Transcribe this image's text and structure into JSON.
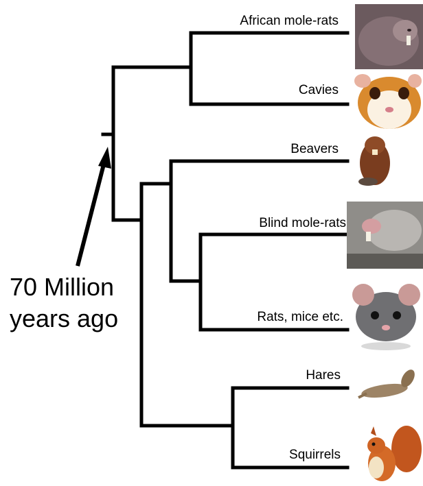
{
  "tree": {
    "taxa": [
      {
        "label": "African mole-rats",
        "animal": "mole-rat-icon"
      },
      {
        "label": "Cavies",
        "animal": "guinea-pig-icon"
      },
      {
        "label": "Beavers",
        "animal": "beaver-icon"
      },
      {
        "label": "Blind mole-rats",
        "animal": "blind-mole-rat-icon"
      },
      {
        "label": "Rats, mice etc.",
        "animal": "rat-icon"
      },
      {
        "label": "Hares",
        "animal": "hare-icon"
      },
      {
        "label": "Squirrels",
        "animal": "squirrel-icon"
      }
    ],
    "annotation": {
      "line1": "70 Million",
      "line2": "years ago"
    },
    "line_color": "#000000"
  }
}
